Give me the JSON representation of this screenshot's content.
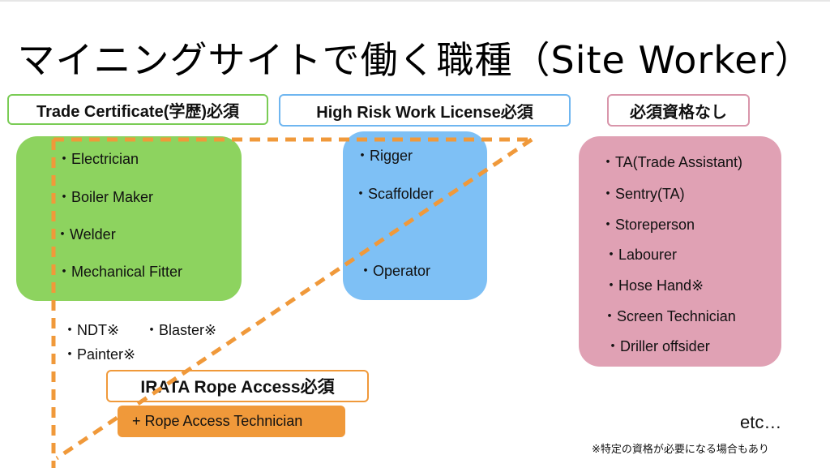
{
  "title": "マイニングサイトで働く職種（Site Worker）",
  "colors": {
    "trade": "#8dd35f",
    "trade_border": "#7acc55",
    "hrwl": "#7ec0f5",
    "hrwl_border": "#6fb6f0",
    "none": "#e0a1b4",
    "none_border": "#d996ab",
    "irata": "#f0993a",
    "dash": "#f0993a"
  },
  "categories": {
    "trade": {
      "header": "Trade Certificate(学歴)必須",
      "items": [
        "・Electrician",
        "・Boiler Maker",
        "・Welder",
        "・Mechanical Fitter"
      ],
      "extra_items": [
        "・NDT※",
        "・Blaster※",
        "・Painter※"
      ]
    },
    "hrwl": {
      "header": "High Risk Work License必須",
      "items": [
        "・Rigger",
        "・Scaffolder",
        "・Operator"
      ]
    },
    "none": {
      "header": "必須資格なし",
      "items": [
        "・TA(Trade Assistant)",
        "・Sentry(TA)",
        "・Storeperson",
        "・Labourer",
        "・Hose Hand※",
        "・Screen Technician",
        "・Driller offsider"
      ]
    },
    "irata": {
      "header": "IRATA Rope Access必須",
      "item": "+ Rope Access Technician"
    }
  },
  "etc": "etc…",
  "footnote": "※特定の資格が必要になる場合もあり"
}
